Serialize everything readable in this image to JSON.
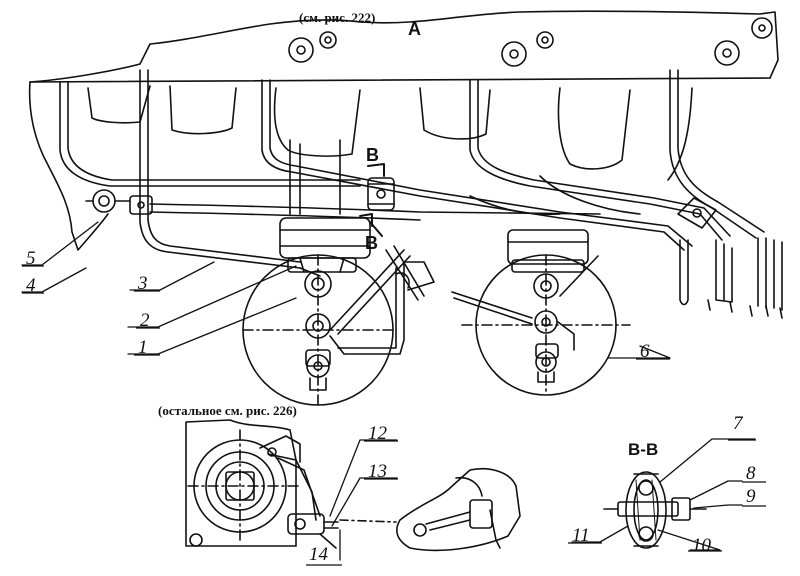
{
  "captions": {
    "top_ref": "(см. рис. 222)",
    "view_letter": "А",
    "bottom_ref": "(остальное см. рис. 226)",
    "section_title": "В-В",
    "cut_mark_upper": "В",
    "cut_mark_lower": "В"
  },
  "callouts": [
    "1",
    "2",
    "3",
    "4",
    "5",
    "6",
    "7",
    "8",
    "9",
    "10",
    "11",
    "12",
    "13",
    "14"
  ]
}
